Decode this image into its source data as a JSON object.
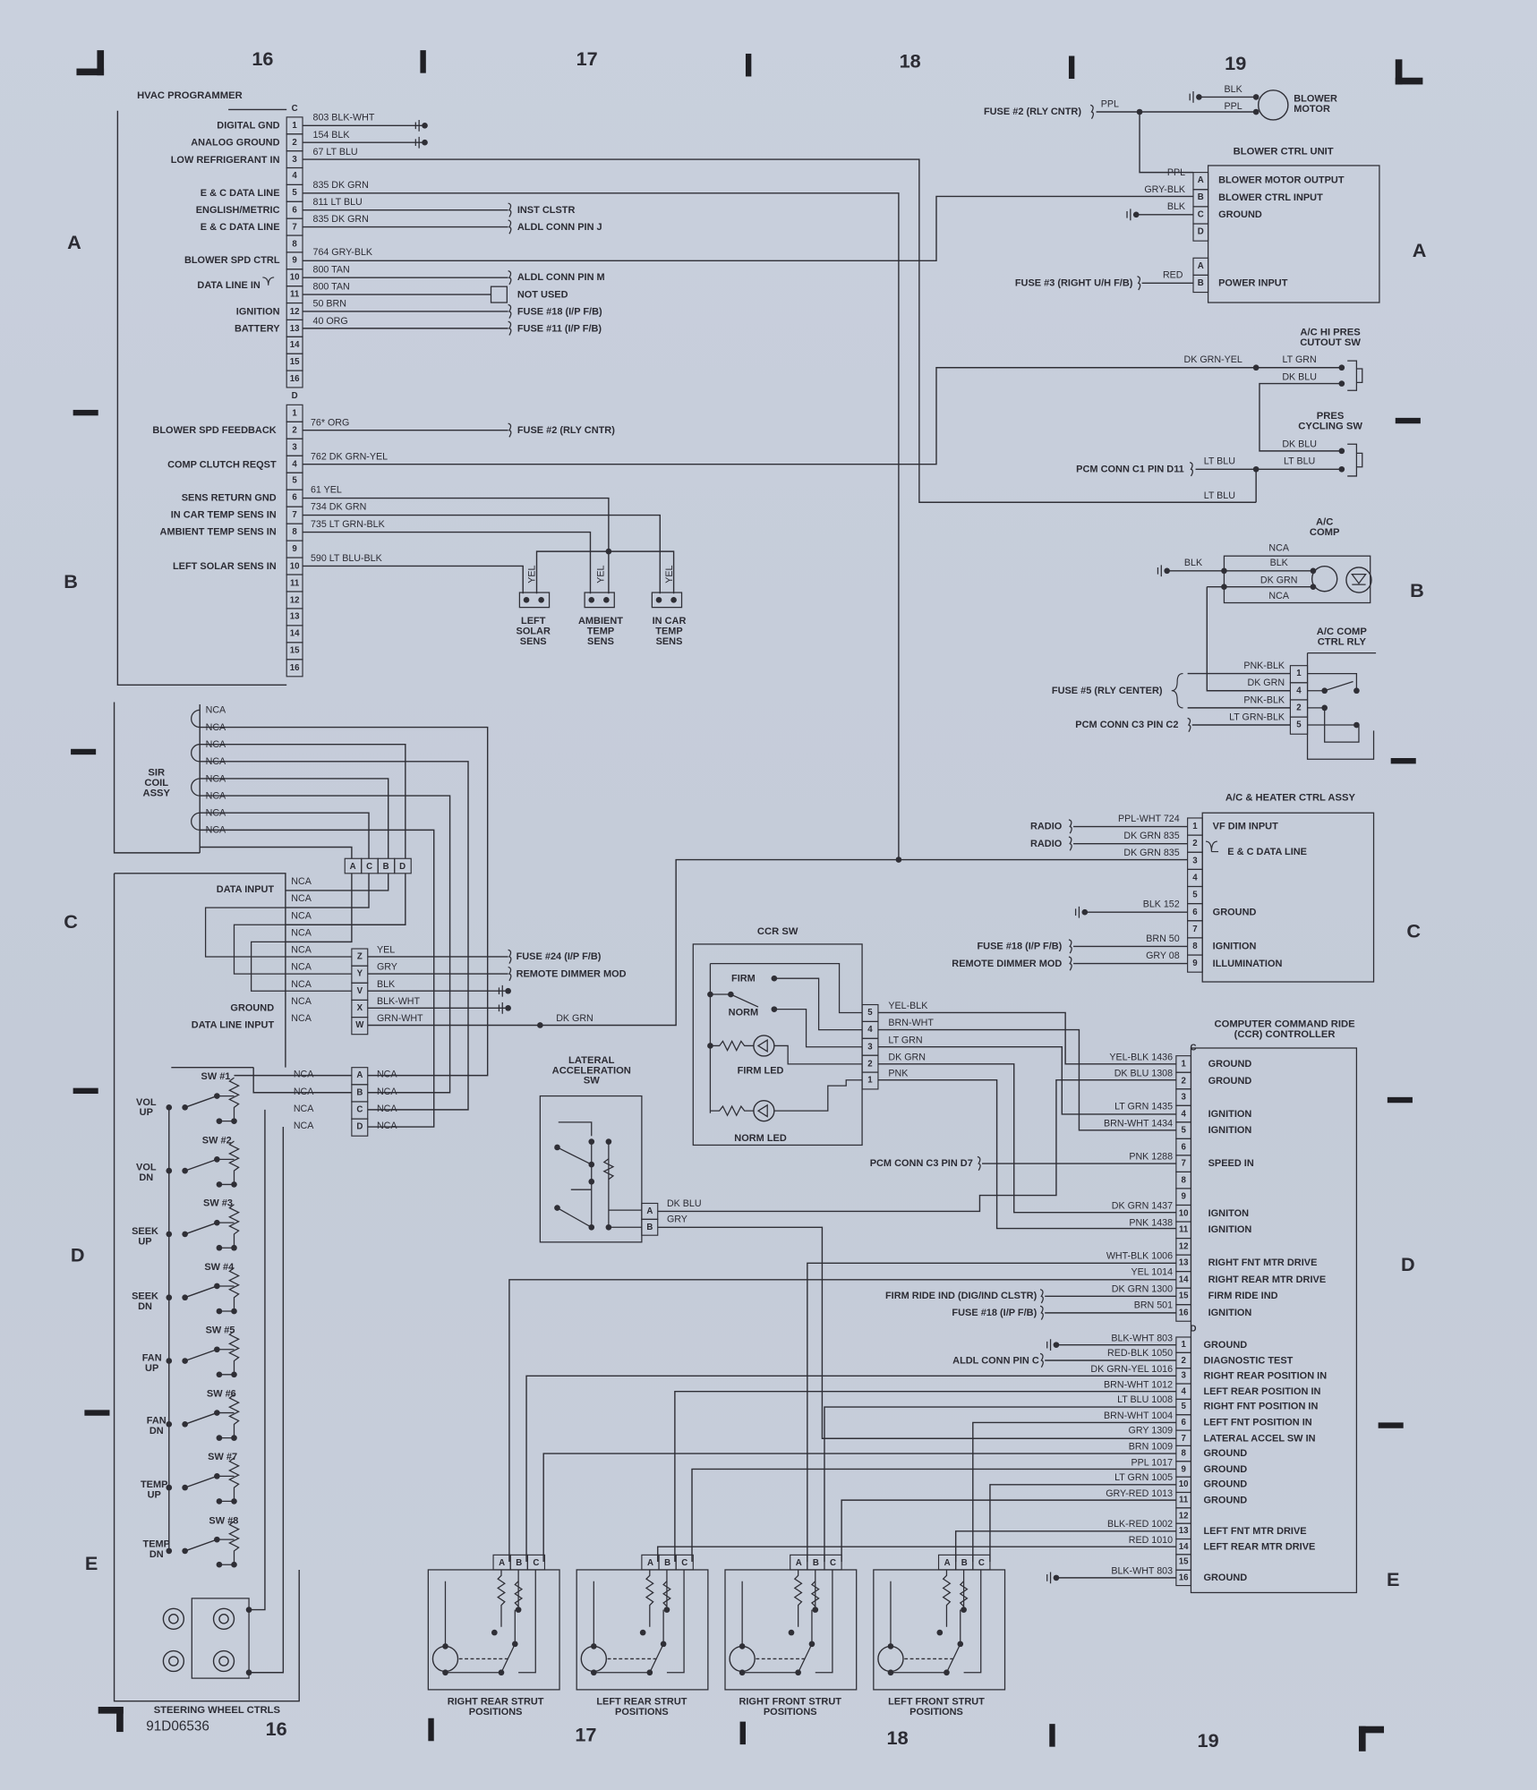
{
  "grid": {
    "columns": [
      "16",
      "17",
      "18",
      "19"
    ],
    "rows": [
      "A",
      "B",
      "C",
      "D",
      "E"
    ]
  },
  "drawing_id": "91D06536",
  "hvac_programmer": {
    "title": "HVAC PROGRAMMER",
    "conn_c": "C",
    "conn_d": "D",
    "c_pins": [
      {
        "pin": "1",
        "function": "DIGITAL GND",
        "wire": "803 BLK-WHT"
      },
      {
        "pin": "2",
        "function": "ANALOG GROUND",
        "wire": "154 BLK"
      },
      {
        "pin": "3",
        "function": "LOW REFRIGERANT IN",
        "wire": "67 LT BLU"
      },
      {
        "pin": "4"
      },
      {
        "pin": "5",
        "function": "E & C DATA LINE",
        "wire": "835 DK GRN"
      },
      {
        "pin": "6",
        "function": "ENGLISH/METRIC",
        "wire": "811 LT BLU",
        "dest": "INST CLSTR"
      },
      {
        "pin": "7",
        "function": "E & C DATA LINE",
        "wire": "835 DK GRN",
        "dest": "ALDL CONN PIN J"
      },
      {
        "pin": "8"
      },
      {
        "pin": "9",
        "function": "BLOWER SPD CTRL",
        "wire": "764 GRY-BLK"
      },
      {
        "pin": "10",
        "wire": "800 TAN",
        "dest": "ALDL CONN PIN M"
      },
      {
        "pin": "11",
        "wire": "800 TAN",
        "dest": "NOT USED"
      },
      {
        "pin": "12",
        "function": "IGNITION",
        "wire": "50 BRN",
        "dest": "FUSE #18 (I/P F/B)"
      },
      {
        "pin": "13",
        "function": "BATTERY",
        "wire": "40 ORG",
        "dest": "FUSE #11 (I/P F/B)"
      },
      {
        "pin": "14"
      },
      {
        "pin": "15"
      },
      {
        "pin": "16"
      }
    ],
    "data_line_in": "DATA LINE IN",
    "d_pins": [
      {
        "pin": "1"
      },
      {
        "pin": "2",
        "function": "BLOWER SPD FEEDBACK",
        "wire": "76* ORG",
        "dest": "FUSE #2 (RLY CNTR)"
      },
      {
        "pin": "3"
      },
      {
        "pin": "4",
        "function": "COMP CLUTCH REQST",
        "wire": "762 DK GRN-YEL"
      },
      {
        "pin": "5"
      },
      {
        "pin": "6",
        "function": "SENS RETURN GND",
        "wire": "61 YEL"
      },
      {
        "pin": "7",
        "function": "IN CAR TEMP SENS IN",
        "wire": "734 DK GRN"
      },
      {
        "pin": "8",
        "function": "AMBIENT TEMP SENS IN",
        "wire": "735 LT GRN-BLK"
      },
      {
        "pin": "9"
      },
      {
        "pin": "10",
        "function": "LEFT SOLAR SENS IN",
        "wire": "590 LT BLU-BLK"
      },
      {
        "pin": "11"
      },
      {
        "pin": "12"
      },
      {
        "pin": "13"
      },
      {
        "pin": "14"
      },
      {
        "pin": "15"
      },
      {
        "pin": "16"
      }
    ]
  },
  "sensors": {
    "wire": "YEL",
    "left_solar": "LEFT\nSOLAR\nSENS",
    "ambient": "AMBIENT\nTEMP\nSENS",
    "in_car": "IN CAR\nTEMP\nSENS"
  },
  "blower_motor": {
    "label": "BLOWER\nMOTOR",
    "fuse": "FUSE #2 (RLY CNTR)",
    "fuse_wire": "PPL",
    "ground_wire": "BLK",
    "feed_wire": "PPL"
  },
  "blower_ctrl_unit": {
    "title": "BLOWER CTRL UNIT",
    "pins": [
      {
        "pin": "A",
        "wire": "PPL",
        "function": "BLOWER MOTOR OUTPUT"
      },
      {
        "pin": "B",
        "wire": "GRY-BLK",
        "function": "BLOWER CTRL INPUT"
      },
      {
        "pin": "C",
        "wire": "BLK",
        "function": "GROUND"
      },
      {
        "pin": "D"
      }
    ],
    "power_pins": [
      {
        "pin": "A"
      },
      {
        "pin": "B",
        "wire": "RED",
        "function": "POWER INPUT",
        "source": "FUSE #3 (RIGHT U/H F/B)"
      }
    ]
  },
  "hi_pres_switch": {
    "title": "A/C HI PRES\nCUTOUT SW",
    "feed_wire": "DK GRN-YEL",
    "wire_1": "LT GRN",
    "wire_2": "DK BLU"
  },
  "pres_cycling_switch": {
    "title": "PRES\nCYCLING SW",
    "wire_1": "DK BLU",
    "wire_2": "LT BLU",
    "source": "PCM CONN C1 PIN D11",
    "source_wire": "LT BLU",
    "return_wire": "LT BLU"
  },
  "ac_comp": {
    "title": "A/C\nCOMP",
    "ground_wire": "BLK",
    "wires": [
      "NCA",
      "BLK",
      "DK GRN",
      "NCA"
    ]
  },
  "ac_comp_relay": {
    "title": "A/C COMP\nCTRL RLY",
    "fuse": "FUSE #5 (RLY CENTER)",
    "pcm": "PCM CONN C3 PIN C2",
    "pins": [
      {
        "pin": "1",
        "wire": "PNK-BLK"
      },
      {
        "pin": "4",
        "wire": "DK GRN"
      },
      {
        "pin": "2",
        "wire": "PNK-BLK"
      },
      {
        "pin": "5",
        "wire": "LT GRN-BLK"
      }
    ]
  },
  "ac_heater_ctrl": {
    "title": "A/C & HEATER CTRL ASSY",
    "data_line": "E & C DATA LINE",
    "pins": [
      {
        "pin": "1",
        "wire": "PPL-WHT 724",
        "source": "RADIO",
        "function": "VF DIM INPUT"
      },
      {
        "pin": "2",
        "wire": "DK GRN 835",
        "source": "RADIO"
      },
      {
        "pin": "3",
        "wire": "DK GRN 835"
      },
      {
        "pin": "4"
      },
      {
        "pin": "5"
      },
      {
        "pin": "6",
        "wire": "BLK 152",
        "function": "GROUND"
      },
      {
        "pin": "7"
      },
      {
        "pin": "8",
        "wire": "BRN 50",
        "source": "FUSE #18 (I/P F/B)",
        "function": "IGNITION"
      },
      {
        "pin": "9",
        "wire": "GRY 08",
        "source": "REMOTE DIMMER MOD",
        "function": "ILLUMINATION"
      }
    ]
  },
  "sir_coil": {
    "title": "SIR\nCOIL\nASSY",
    "wires": [
      "NCA",
      "NCA",
      "NCA",
      "NCA",
      "NCA",
      "NCA",
      "NCA",
      "NCA"
    ],
    "connector": [
      "A",
      "C",
      "B",
      "D"
    ]
  },
  "radio_controls": {
    "data_input": "DATA INPUT",
    "ground": "GROUND",
    "data_line_input": "DATA LINE INPUT",
    "wires": [
      "NCA",
      "NCA",
      "NCA",
      "NCA",
      "NCA",
      "NCA",
      "NCA",
      "NCA",
      "NCA"
    ],
    "connector": [
      {
        "pin": "Z",
        "wire": "YEL",
        "dest": "FUSE #24 (I/P F/B)"
      },
      {
        "pin": "Y",
        "wire": "GRY",
        "dest": "REMOTE DIMMER MOD"
      },
      {
        "pin": "V",
        "wire": "BLK"
      },
      {
        "pin": "X",
        "wire": "BLK-WHT"
      },
      {
        "pin": "W",
        "wire": "GRN-WHT"
      }
    ],
    "dk_grn_wire": "DK GRN"
  },
  "steering_wheel_ctrls": {
    "title": "STEERING WHEEL CTRLS",
    "connector": [
      {
        "pin": "A",
        "left": "NCA",
        "right": "NCA"
      },
      {
        "pin": "B",
        "left": "NCA",
        "right": "NCA"
      },
      {
        "pin": "C",
        "left": "NCA",
        "right": "NCA"
      },
      {
        "pin": "D",
        "left": "NCA",
        "right": "NCA"
      }
    ],
    "switches": [
      {
        "name": "SW #1",
        "function": "VOL\nUP"
      },
      {
        "name": "SW #2",
        "function": "VOL\nDN"
      },
      {
        "name": "SW #3",
        "function": "SEEK\nUP"
      },
      {
        "name": "SW #4",
        "function": "SEEK\nDN"
      },
      {
        "name": "SW #5",
        "function": "FAN\nUP"
      },
      {
        "name": "SW #6",
        "function": "FAN\nDN"
      },
      {
        "name": "SW #7",
        "function": "TEMP\nUP"
      },
      {
        "name": "SW #8",
        "function": "TEMP\nDN"
      }
    ]
  },
  "lateral_accel_sw": {
    "title": "LATERAL\nACCELERATION\nSW",
    "pins": [
      {
        "pin": "A",
        "wire": "DK BLU"
      },
      {
        "pin": "B",
        "wire": "GRY"
      }
    ]
  },
  "ccr_switch": {
    "title": "CCR SW",
    "firm": "FIRM",
    "norm": "NORM",
    "firm_led": "FIRM LED",
    "norm_led": "NORM LED",
    "pins": [
      {
        "pin": "5",
        "wire": "YEL-BLK"
      },
      {
        "pin": "4",
        "wire": "BRN-WHT"
      },
      {
        "pin": "3",
        "wire": "LT GRN"
      },
      {
        "pin": "2",
        "wire": "DK GRN"
      },
      {
        "pin": "1",
        "wire": "PNK"
      }
    ]
  },
  "ccr_controller": {
    "title": "COMPUTER COMMAND RIDE\n(CCR) CONTROLLER",
    "conn_c": "C",
    "conn_d": "D",
    "c_pins": [
      {
        "pin": "1",
        "wire": "YEL-BLK 1436",
        "function": "GROUND"
      },
      {
        "pin": "2",
        "wire": "DK BLU 1308",
        "function": "GROUND"
      },
      {
        "pin": "3"
      },
      {
        "pin": "4",
        "wire": "LT GRN 1435",
        "function": "IGNITION"
      },
      {
        "pin": "5",
        "wire": "BRN-WHT 1434",
        "function": "IGNITION"
      },
      {
        "pin": "6"
      },
      {
        "pin": "7",
        "wire": "PNK 1288",
        "function": "SPEED IN",
        "source": "PCM CONN C3 PIN D7"
      },
      {
        "pin": "8"
      },
      {
        "pin": "9"
      },
      {
        "pin": "10",
        "wire": "DK GRN 1437",
        "function": "IGNITON"
      },
      {
        "pin": "11",
        "wire": "PNK 1438",
        "function": "IGNITION"
      },
      {
        "pin": "12"
      },
      {
        "pin": "13",
        "wire": "WHT-BLK 1006",
        "function": "RIGHT FNT MTR DRIVE"
      },
      {
        "pin": "14",
        "wire": "YEL 1014",
        "function": "RIGHT REAR MTR DRIVE"
      },
      {
        "pin": "15",
        "wire": "DK GRN 1300",
        "function": "FIRM RIDE IND",
        "source": "FIRM RIDE IND (DIG/IND CLSTR)"
      },
      {
        "pin": "16",
        "wire": "BRN 501",
        "function": "IGNITION",
        "source": "FUSE #18 (I/P F/B)"
      }
    ],
    "d_pins": [
      {
        "pin": "1",
        "wire": "BLK-WHT 803",
        "function": "GROUND"
      },
      {
        "pin": "2",
        "wire": "RED-BLK 1050",
        "function": "DIAGNOSTIC TEST",
        "source": "ALDL CONN PIN C"
      },
      {
        "pin": "3",
        "wire": "DK GRN-YEL 1016",
        "function": "RIGHT REAR POSITION IN"
      },
      {
        "pin": "4",
        "wire": "BRN-WHT 1012",
        "function": "LEFT REAR POSITION IN"
      },
      {
        "pin": "5",
        "wire": "LT BLU 1008",
        "function": "RIGHT FNT POSITION IN"
      },
      {
        "pin": "6",
        "wire": "BRN-WHT 1004",
        "function": "LEFT FNT POSITION IN"
      },
      {
        "pin": "7",
        "wire": "GRY 1309",
        "function": "LATERAL ACCEL SW IN"
      },
      {
        "pin": "8",
        "wire": "BRN 1009",
        "function": "GROUND"
      },
      {
        "pin": "9",
        "wire": "PPL 1017",
        "function": "GROUND"
      },
      {
        "pin": "10",
        "wire": "LT GRN 1005",
        "function": "GROUND"
      },
      {
        "pin": "11",
        "wire": "GRY-RED 1013",
        "function": "GROUND"
      },
      {
        "pin": "12"
      },
      {
        "pin": "13",
        "wire": "BLK-RED 1002",
        "function": "LEFT FNT MTR DRIVE"
      },
      {
        "pin": "14",
        "wire": "RED 1010",
        "function": "LEFT REAR MTR DRIVE"
      },
      {
        "pin": "15"
      },
      {
        "pin": "16",
        "wire": "BLK-WHT 803",
        "function": "GROUND"
      }
    ]
  },
  "struts": [
    {
      "title": "RIGHT REAR STRUT\nPOSITIONS",
      "pins": [
        "A",
        "B",
        "C"
      ]
    },
    {
      "title": "LEFT REAR STRUT\nPOSITIONS",
      "pins": [
        "A",
        "B",
        "C"
      ]
    },
    {
      "title": "RIGHT FRONT STRUT\nPOSITIONS",
      "pins": [
        "A",
        "B",
        "C"
      ]
    },
    {
      "title": "LEFT FRONT STRUT\nPOSITIONS",
      "pins": [
        "A",
        "B",
        "C"
      ]
    }
  ]
}
